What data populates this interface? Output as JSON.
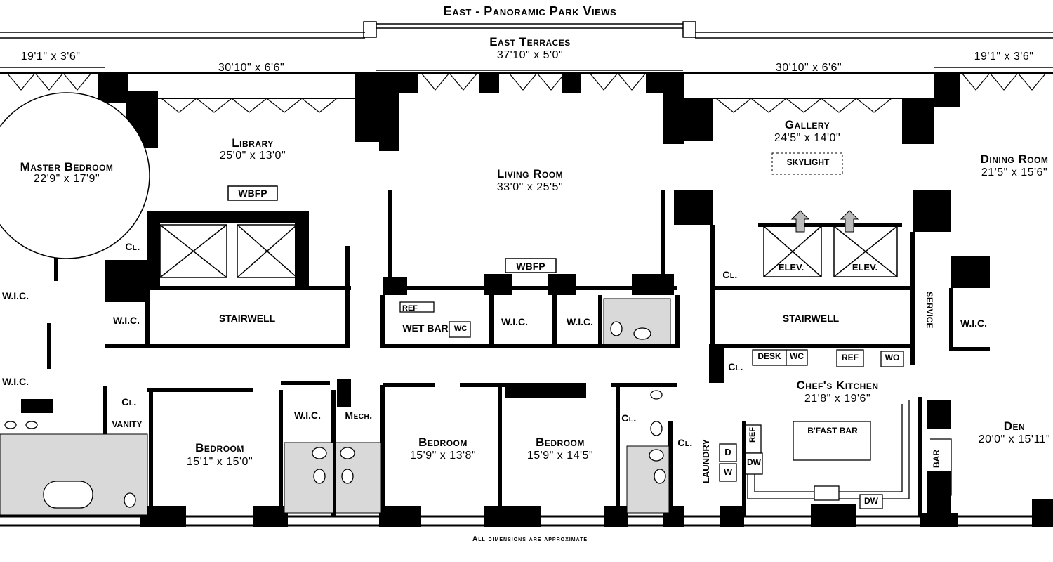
{
  "header": {
    "title": "East - Panoramic Park Views",
    "terrace_name": "East Terraces",
    "terrace_dim": "37'10\" x 5'0\""
  },
  "terraces": {
    "far_left": "19'1\" x 3'6\"",
    "left": "30'10\" x 6'6\"",
    "right": "30'10\" x 6'6\"",
    "far_right": "19'1\" x 3'6\""
  },
  "rooms": {
    "master_bedroom": {
      "name": "Master Bedroom",
      "dim": "22'9\" x 17'9\""
    },
    "library": {
      "name": "Library",
      "dim": "25'0\" x 13'0\""
    },
    "living_room": {
      "name": "Living Room",
      "dim": "33'0\" x 25'5\""
    },
    "gallery": {
      "name": "Gallery",
      "dim": "24'5\" x 14'0\""
    },
    "dining_room": {
      "name": "Dining Room",
      "dim": "21'5\" x 15'6\""
    },
    "bedroom_1": {
      "name": "Bedroom",
      "dim": "15'1\" x 15'0\""
    },
    "bedroom_2": {
      "name": "Bedroom",
      "dim": "15'9\" x 13'8\""
    },
    "bedroom_3": {
      "name": "Bedroom",
      "dim": "15'9\" x 14'5\""
    },
    "chefs_kitchen": {
      "name": "Chef's Kitchen",
      "dim": "21'8\" x 19'6\""
    },
    "den": {
      "name": "Den",
      "dim": "20'0\" x 15'11\""
    }
  },
  "labels": {
    "wbfp": "WBFP",
    "skylight": "SKYLIGHT",
    "stairwell": "STAIRWELL",
    "wic": "W.I.C.",
    "cl": "Cl.",
    "wet_bar": "WET BAR",
    "wc": "WC",
    "ref": "REF",
    "elev": "ELEV.",
    "service": "SERVICE",
    "desk": "DESK",
    "wo": "WO",
    "bfast_bar": "B'FAST BAR",
    "vanity": "VANITY",
    "mech": "Mech.",
    "laundry": "LAUNDRY",
    "d": "D",
    "w": "W",
    "dw": "DW",
    "bar": "BAR"
  },
  "footer": "All dimensions are approximate"
}
